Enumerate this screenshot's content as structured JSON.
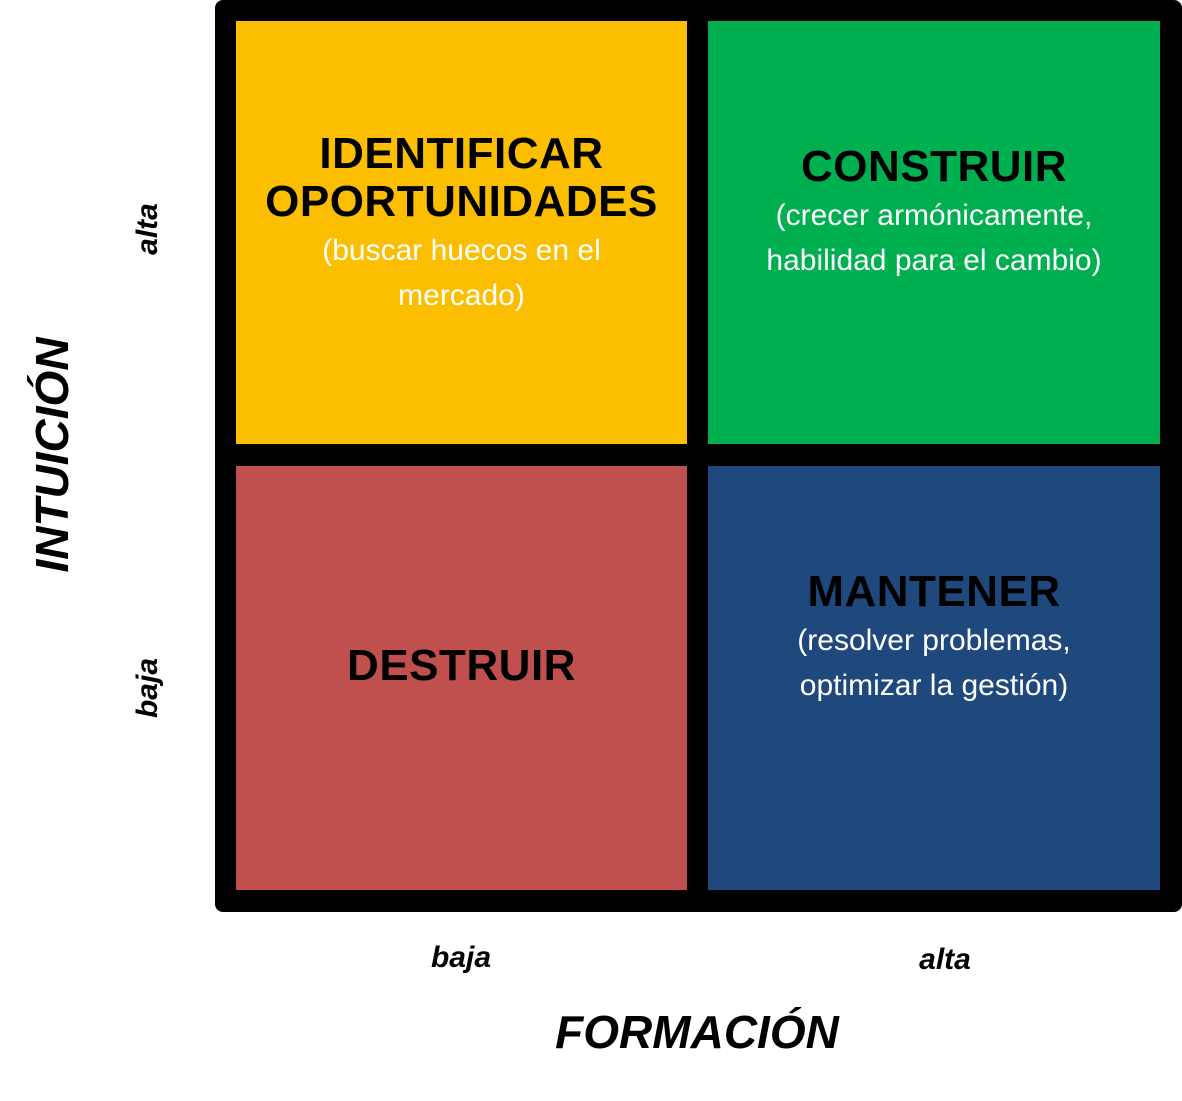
{
  "quadrants": {
    "top_left": {
      "title": "IDENTIFICAR\nOPORTUNIDADES",
      "subtitle": "(buscar huecos en el\nmercado)",
      "color": "#FBBE00"
    },
    "top_right": {
      "title": "CONSTRUIR",
      "subtitle": "(crecer armónicamente,\nhabilidad para el cambio)",
      "color": "#00AF50"
    },
    "bottom_left": {
      "title": "DESTRUIR",
      "subtitle": "",
      "color": "#C0504D"
    },
    "bottom_right": {
      "title": "MANTENER",
      "subtitle": "(resolver problemas,\noptimizar la gestión)",
      "color": "#1F497D"
    }
  },
  "y_axis": {
    "title": "INTUICIÓN",
    "high": "alta",
    "low": "baja"
  },
  "x_axis": {
    "title": "FORMACIÓN",
    "low": "baja",
    "high": "alta"
  },
  "colors": {
    "frame": "#000000",
    "background": "#FFFFFF"
  }
}
